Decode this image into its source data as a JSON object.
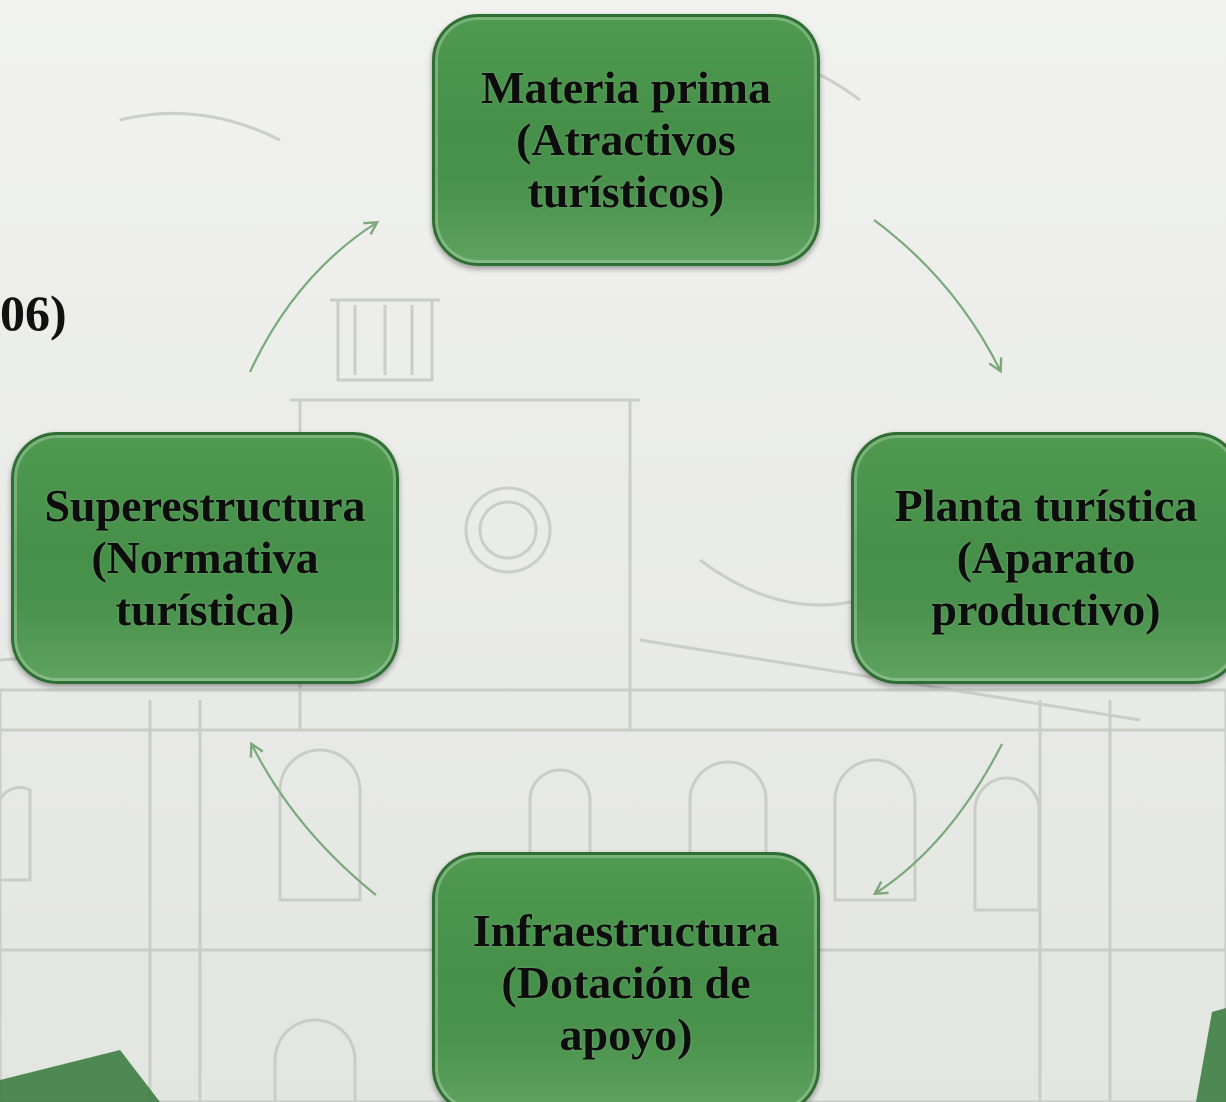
{
  "partial_title": "06)",
  "colors": {
    "node_fill": "#4a924d",
    "node_border": "#2f6f34",
    "arrow": "#7aa97a",
    "background": "#eceeea"
  },
  "nodes": {
    "top": {
      "lines": [
        "Materia prima",
        "(Atractivos",
        "turísticos)"
      ]
    },
    "right": {
      "lines": [
        "Planta turística",
        "(Aparato",
        "productivo)"
      ]
    },
    "bottom": {
      "lines": [
        "Infraestructura",
        "(Dotación de",
        "apoyo)"
      ]
    },
    "left": {
      "lines": [
        "Superestructura",
        "(Normativa",
        "turística)"
      ]
    }
  }
}
